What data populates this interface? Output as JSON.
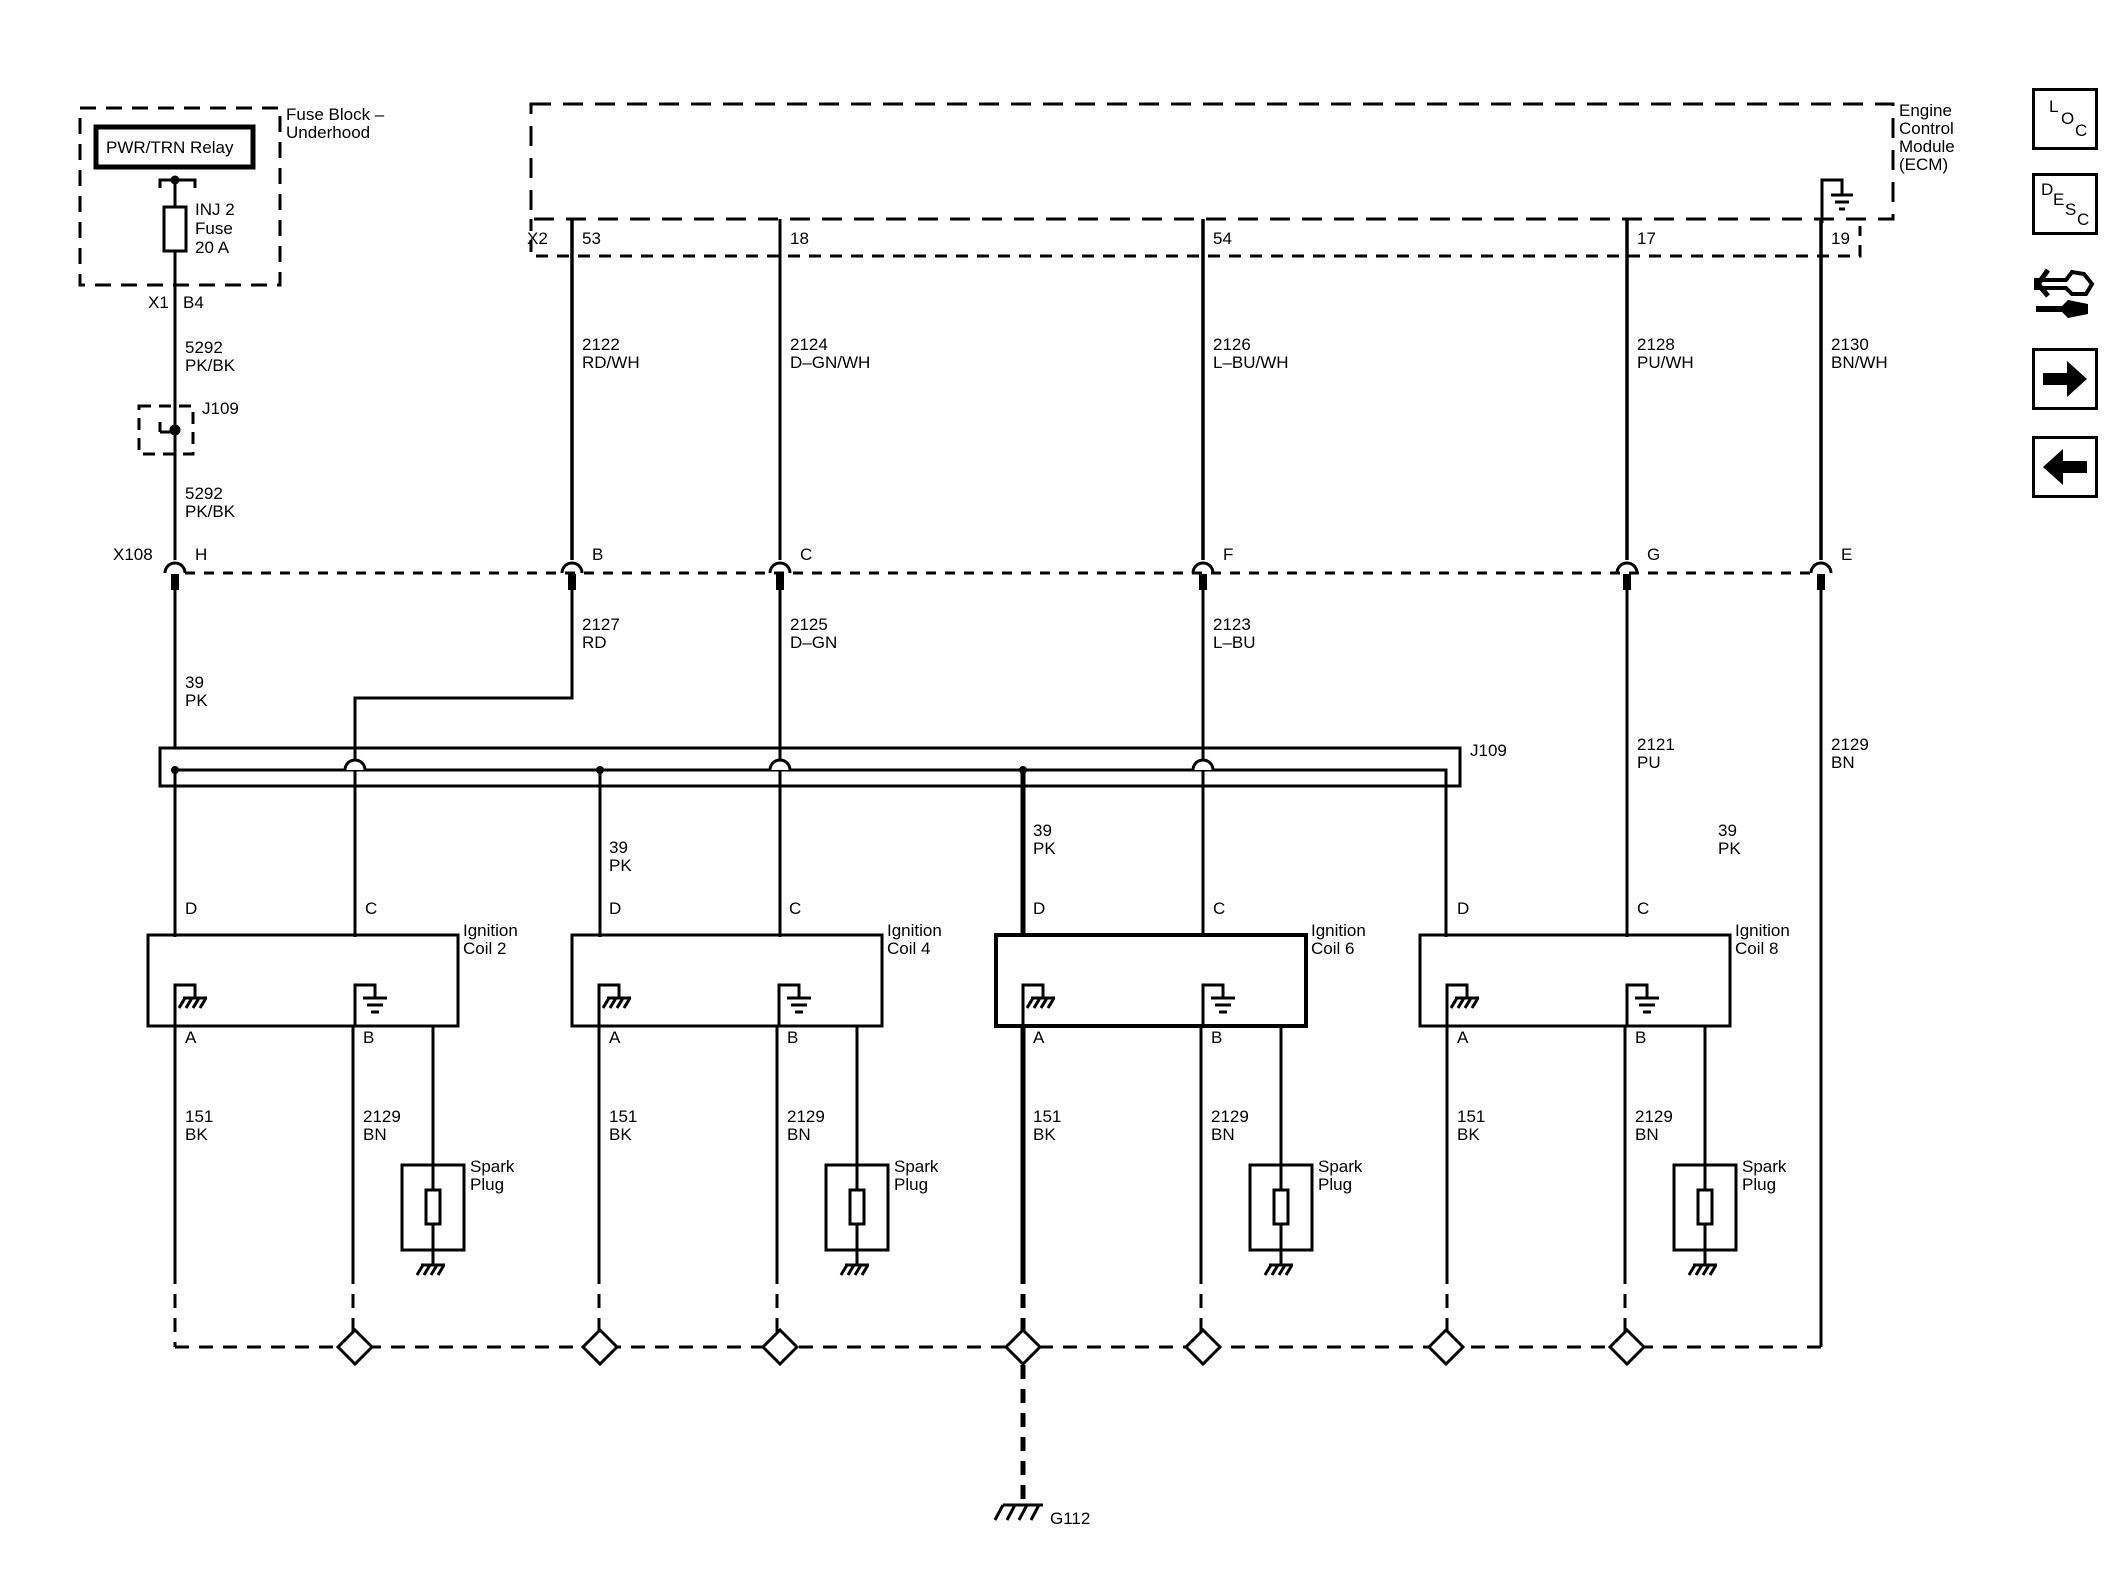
{
  "fuse_block": {
    "label_line1": "Fuse Block –",
    "label_line2": "Underhood",
    "relay": "PWR/TRN Relay",
    "fuse_line1": "INJ 2",
    "fuse_line2": "Fuse",
    "fuse_line3": "20 A",
    "connector": "X1",
    "pin": "B4"
  },
  "ecm": {
    "line1": "Engine",
    "line2": "Control",
    "line3": "Module",
    "line4": "(ECM)",
    "connector": "X2",
    "pins": [
      "53",
      "18",
      "54",
      "17",
      "19"
    ]
  },
  "upper_wires": [
    {
      "circuit": "2122",
      "color": "RD/WH"
    },
    {
      "circuit": "2124",
      "color": "D–GN/WH"
    },
    {
      "circuit": "2126",
      "color": "L–BU/WH"
    },
    {
      "circuit": "2128",
      "color": "PU/WH"
    },
    {
      "circuit": "2130",
      "color": "BN/WH"
    }
  ],
  "feed_wire": {
    "circuit": "5292",
    "color": "PK/BK"
  },
  "j109_top": "J109",
  "x108": {
    "connector": "X108",
    "pins": [
      "H",
      "B",
      "C",
      "F",
      "G",
      "E"
    ]
  },
  "lower_wires": [
    {
      "circuit": "2127",
      "color": "RD"
    },
    {
      "circuit": "2125",
      "color": "D–GN"
    },
    {
      "circuit": "2123",
      "color": "L–BU"
    },
    {
      "circuit": "39",
      "color": "PK"
    },
    {
      "circuit": "2121",
      "color": "PU"
    },
    {
      "circuit": "2129",
      "color": "BN"
    }
  ],
  "splice_label": "J109",
  "coils": [
    {
      "name_line1": "Ignition",
      "name_line2": "Coil 2",
      "pin_d": "D",
      "pin_c": "C",
      "pin_a": "A",
      "pin_b": "B",
      "feed_circuit": "39",
      "feed_color": "PK",
      "ground_circuit": "151",
      "ground_color": "BK",
      "b_circuit": "2129",
      "b_color": "BN",
      "plug_line1": "Spark",
      "plug_line2": "Plug"
    },
    {
      "name_line1": "Ignition",
      "name_line2": "Coil 4",
      "pin_d": "D",
      "pin_c": "C",
      "pin_a": "A",
      "pin_b": "B",
      "feed_circuit": "39",
      "feed_color": "PK",
      "ground_circuit": "151",
      "ground_color": "BK",
      "b_circuit": "2129",
      "b_color": "BN",
      "plug_line1": "Spark",
      "plug_line2": "Plug"
    },
    {
      "name_line1": "Ignition",
      "name_line2": "Coil 6",
      "pin_d": "D",
      "pin_c": "C",
      "pin_a": "A",
      "pin_b": "B",
      "feed_circuit": "39",
      "feed_color": "PK",
      "ground_circuit": "151",
      "ground_color": "BK",
      "b_circuit": "2129",
      "b_color": "BN",
      "plug_line1": "Spark",
      "plug_line2": "Plug"
    },
    {
      "name_line1": "Ignition",
      "name_line2": "Coil 8",
      "pin_d": "D",
      "pin_c": "C",
      "pin_a": "A",
      "pin_b": "B",
      "feed_circuit": "39",
      "feed_color": "PK",
      "ground_circuit": "151",
      "ground_color": "BK",
      "b_circuit": "2129",
      "b_color": "BN",
      "plug_line1": "Spark",
      "plug_line2": "Plug"
    }
  ],
  "ground": "G112",
  "nav": {
    "loc": [
      "L",
      "O",
      "C"
    ],
    "desc": [
      "D",
      "E",
      "S",
      "C"
    ],
    "icons": [
      "connector-icon",
      "arrow-right-icon",
      "arrow-left-icon"
    ]
  }
}
